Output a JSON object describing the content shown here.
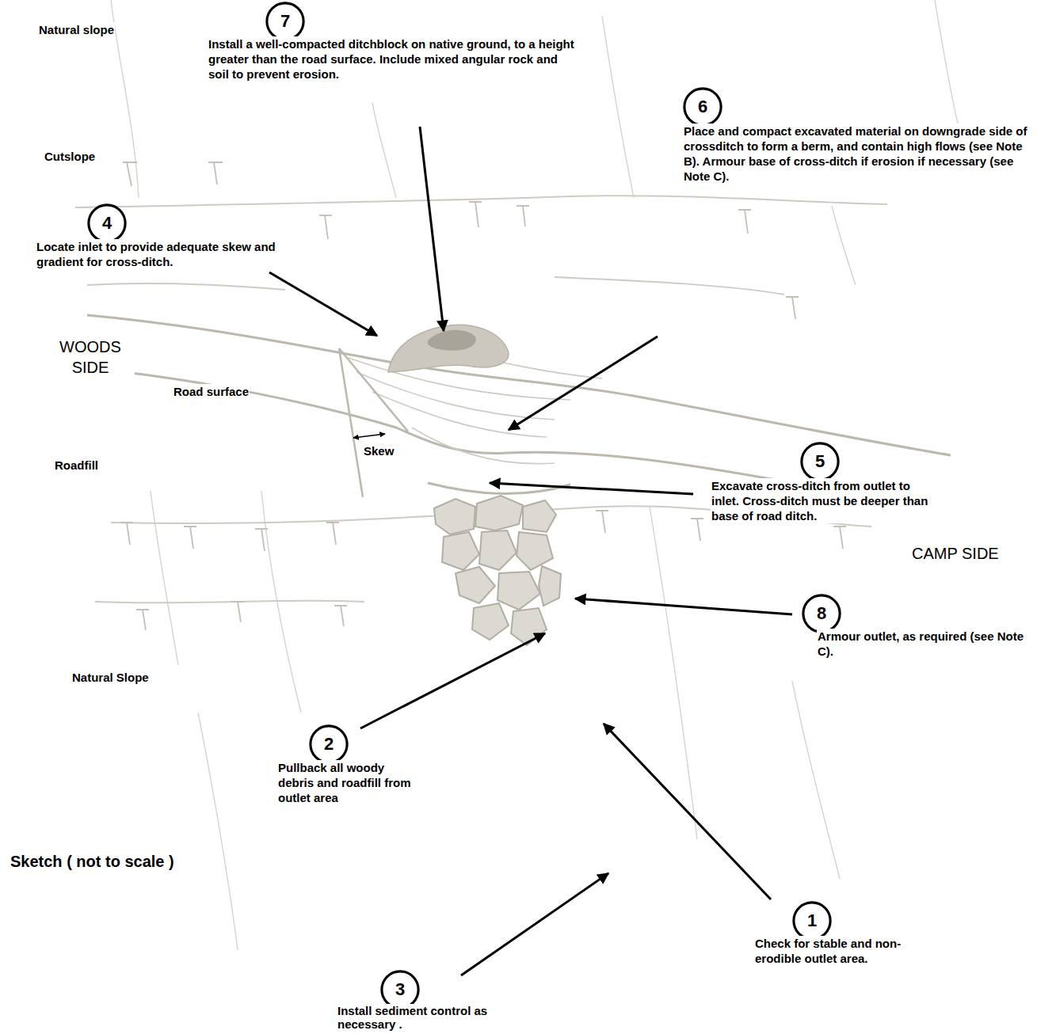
{
  "diagram": {
    "nodes": [
      {
        "text": [
          "7"
        ]
      },
      {
        "text": [
          "4"
        ]
      },
      {
        "text": [
          "6"
        ]
      },
      {
        "text": [
          "5"
        ]
      },
      {
        "text": [
          "8"
        ]
      },
      {
        "text": [
          "2"
        ]
      },
      {
        "text": [
          "1"
        ]
      },
      {
        "text": [
          "3"
        ]
      }
    ],
    "labels": [
      "Natural slope",
      "Install a well-compacted ditchblock on native ground, to a height greater than the road surface. Include mixed angular rock and soil to prevent erosion.",
      "Cutslope",
      "Locate inlet to provide adequate skew and gradient for cross-ditch.",
      "Place and compact excavated material on downgrade side of crossditch to form a berm, and contain high flows (see Note B). Armour base of cross-ditch if erosion if necessary (see Note C).",
      "WOODS SIDE",
      "Road surface",
      "Skew",
      "Roadfill",
      "Excavate cross-ditch from outlet to inlet. Cross-ditch must be deeper than base of road ditch.",
      "CAMP SIDE",
      "Armour outlet, as required (see Note C).",
      "Natural Slope",
      "Pullback all woody debris and roadfill from outlet area",
      "Sketch ( not to scale )",
      "Check for stable and non-erodible outlet area.",
      "Install sediment control as necessary ."
    ]
  }
}
